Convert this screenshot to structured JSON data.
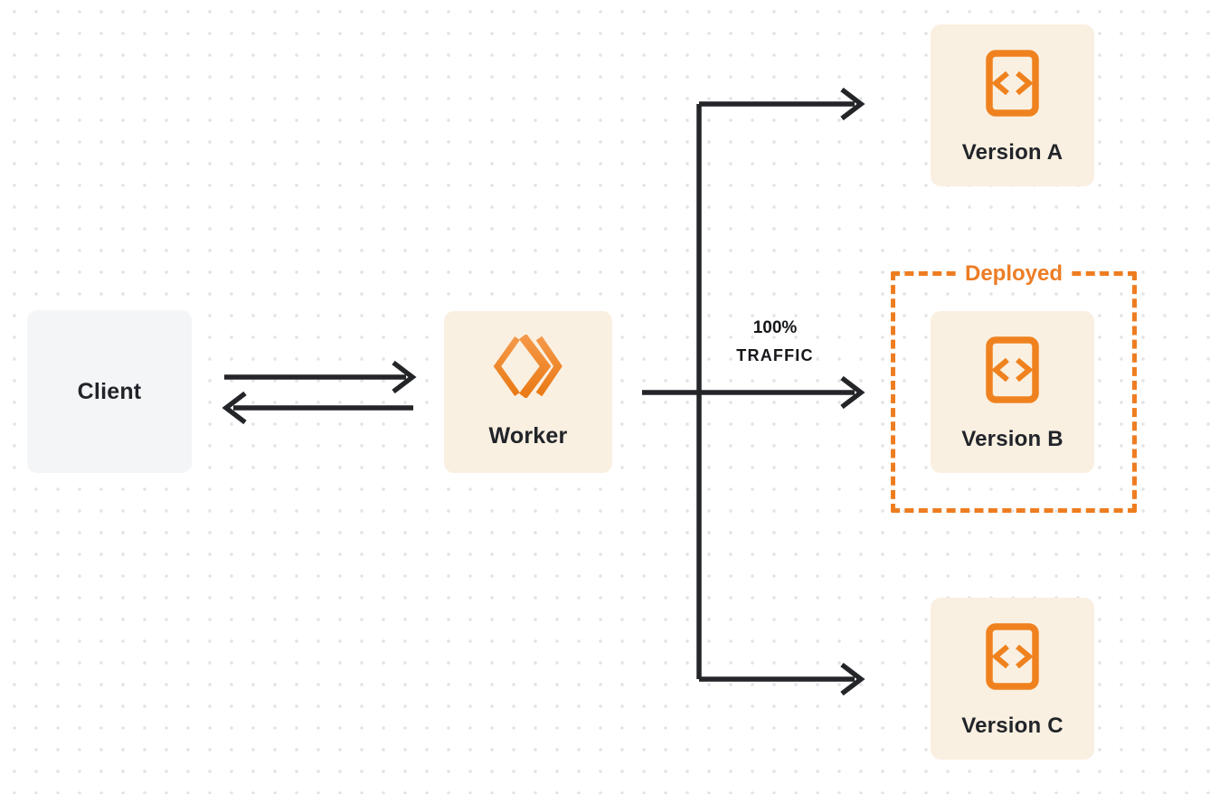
{
  "diagram": {
    "title": "worker-traffic-routing-diagram",
    "background": "#ffffff",
    "dot_grid_color": "#e3e3e5"
  },
  "colors": {
    "accent_orange": "#ee7d21",
    "logo_orange_light": "#f59848",
    "logo_orange_dark": "#e97a15",
    "cream_box": "#faf0e1",
    "gray_box": "#f4f5f6",
    "arrow_stroke": "#232528",
    "text_dark": "#212429"
  },
  "nodes": {
    "client": {
      "label": "Client"
    },
    "worker": {
      "label": "Worker",
      "icon": "cloudflare-workers-logo-icon"
    },
    "version_a": {
      "label": "Version A",
      "icon": "code-page-icon"
    },
    "version_b": {
      "label": "Version B",
      "icon": "code-page-icon"
    },
    "version_c": {
      "label": "Version C",
      "icon": "code-page-icon"
    }
  },
  "annotations": {
    "traffic": {
      "line1": "100%",
      "line2": "TRAFFIC"
    },
    "deployed_label": "Deployed"
  },
  "edges": [
    {
      "from": "client",
      "to": "worker",
      "direction": "right"
    },
    {
      "from": "worker",
      "to": "client",
      "direction": "left"
    },
    {
      "from": "worker",
      "to": "version_a"
    },
    {
      "from": "worker",
      "to": "version_b",
      "label": "100% TRAFFIC"
    },
    {
      "from": "worker",
      "to": "version_c"
    }
  ]
}
